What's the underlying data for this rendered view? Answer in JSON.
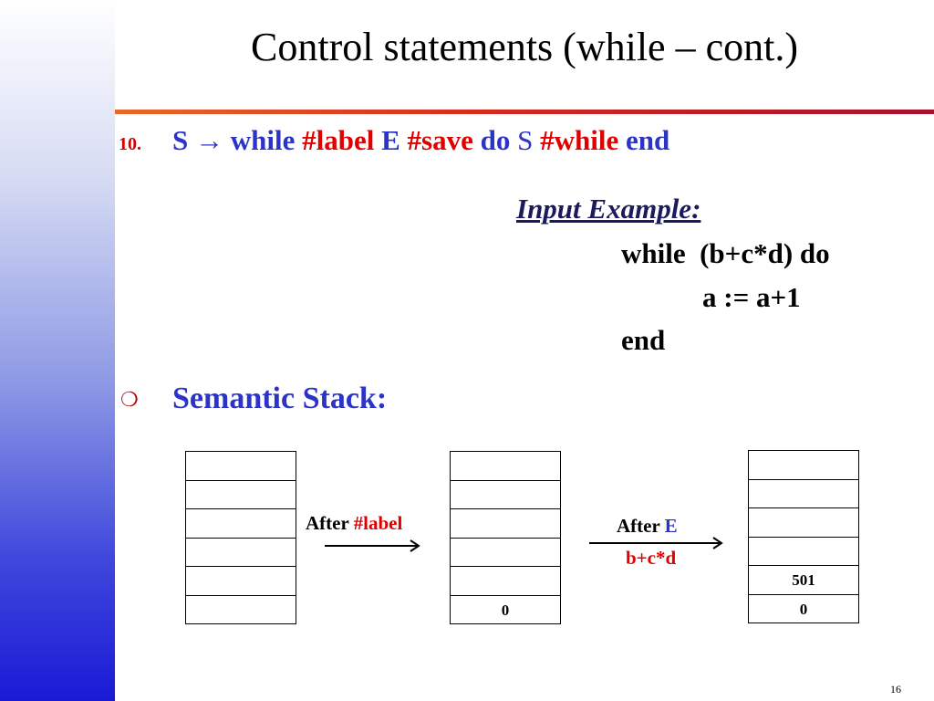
{
  "colors": {
    "accent_blue": "#2c34c8",
    "accent_red": "#e00000",
    "rule": "#d62a1e"
  },
  "title": "Control statements (while – cont.)",
  "rule": {
    "number": "10.",
    "s1": "S",
    "arrow": "→",
    "while": "while",
    "label": "#label",
    "e": "E",
    "save": "#save",
    "do": "do",
    "s2": "S",
    "hwhile": "#while",
    "end": "end"
  },
  "example": {
    "heading": "Input Example:",
    "line1": "while  (b+c*d) do",
    "line2": "a := a+1",
    "line3": "end"
  },
  "semantic_stack": {
    "bullet": "❍",
    "title": "Semantic Stack:",
    "stack1": {
      "cells": [
        "",
        "",
        "",
        "",
        "",
        ""
      ]
    },
    "arrow1": {
      "prefix": "After",
      "label": "#label"
    },
    "stack2": {
      "cells": [
        "",
        "",
        "",
        "",
        "",
        "0"
      ]
    },
    "arrow2": {
      "prefix": "After",
      "label": "E",
      "sub": "b+c*d"
    },
    "stack3": {
      "cells": [
        "",
        "",
        "",
        "",
        "501",
        "0"
      ]
    }
  },
  "page_number": "16"
}
